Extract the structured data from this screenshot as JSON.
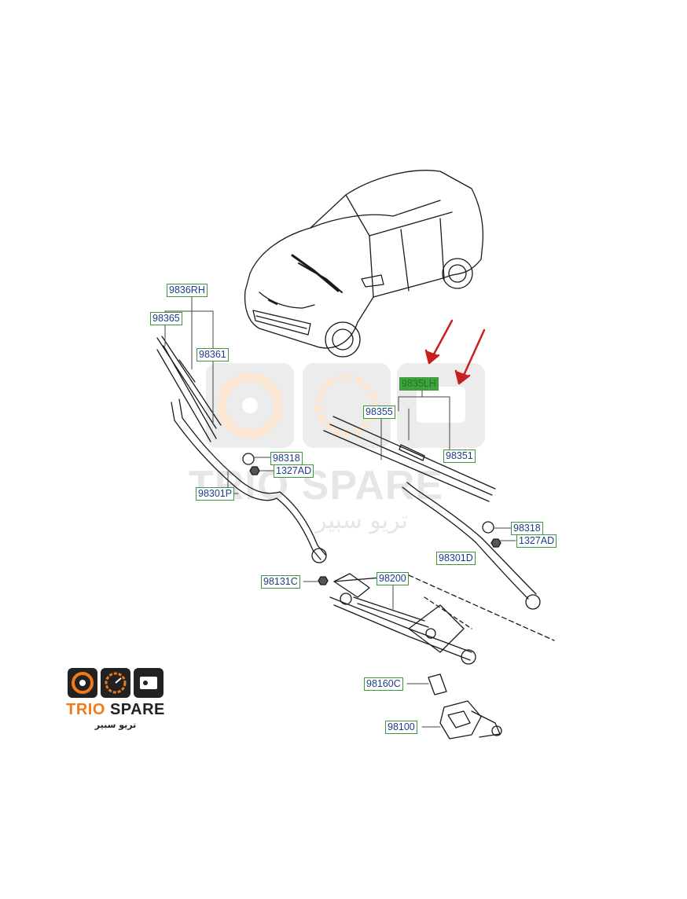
{
  "parts": {
    "p9836RH": "9836RH",
    "p98365": "98365",
    "p98361": "98361",
    "p98318_left": "98318",
    "p1327AD_left": "1327AD",
    "p98301P": "98301P",
    "p9835LH": "9835LH",
    "p98355": "98355",
    "p98351": "98351",
    "p98318_right": "98318",
    "p1327AD_right": "1327AD",
    "p98301D": "98301D",
    "p98131C": "98131C",
    "p98200": "98200",
    "p98160C": "98160C",
    "p98100": "98100"
  },
  "watermark": {
    "brand": "TRIO SPARE",
    "brand_arabic": "تريو سبير"
  },
  "logo": {
    "brand_trio": "TRIO",
    "brand_spare": "SPARE",
    "brand_arabic": "تريو سبير",
    "colors": {
      "orange": "#f07a1a",
      "dark": "#222222"
    }
  },
  "colors": {
    "label_border": "#3a9a3a",
    "label_text": "#1f3c8a",
    "highlight_fill": "#3fa23f",
    "arrow": "#c8201e",
    "line_art": "#1a1a1a"
  },
  "icons": [
    "car-icon",
    "wiper-blade-icon",
    "wiper-arm-icon",
    "linkage-icon",
    "motor-icon",
    "red-arrow-icon",
    "trio-spare-logo-icon"
  ]
}
